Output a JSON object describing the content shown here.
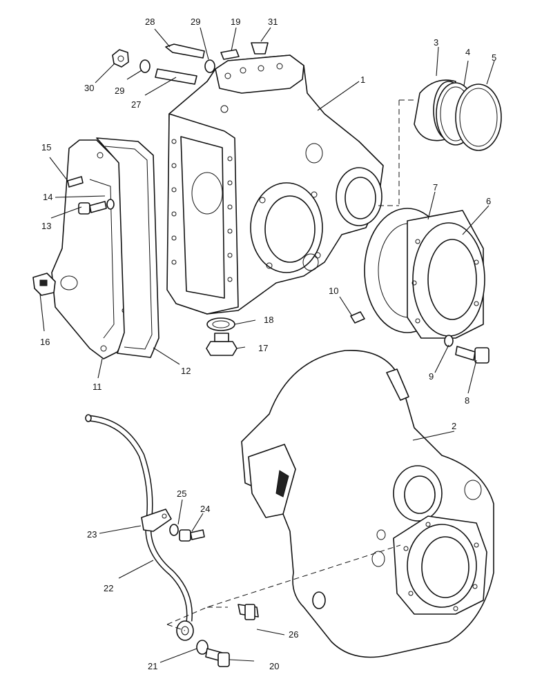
{
  "labels": {
    "l1": "1",
    "l2": "2",
    "l3": "3",
    "l4": "4",
    "l5": "5",
    "l6": "6",
    "l7": "7",
    "l8": "8",
    "l9": "9",
    "l10": "10",
    "l11": "11",
    "l12": "12",
    "l13": "13",
    "l14": "14",
    "l15": "15",
    "l16": "16",
    "l17": "17",
    "l18": "18",
    "l19": "19",
    "l20": "20",
    "l21": "21",
    "l22": "22",
    "l23": "23",
    "l24": "24",
    "l25": "25",
    "l26": "26",
    "l27": "27",
    "l28": "28",
    "l29a": "29",
    "l29b": "29",
    "l30": "30",
    "l31": "31"
  }
}
